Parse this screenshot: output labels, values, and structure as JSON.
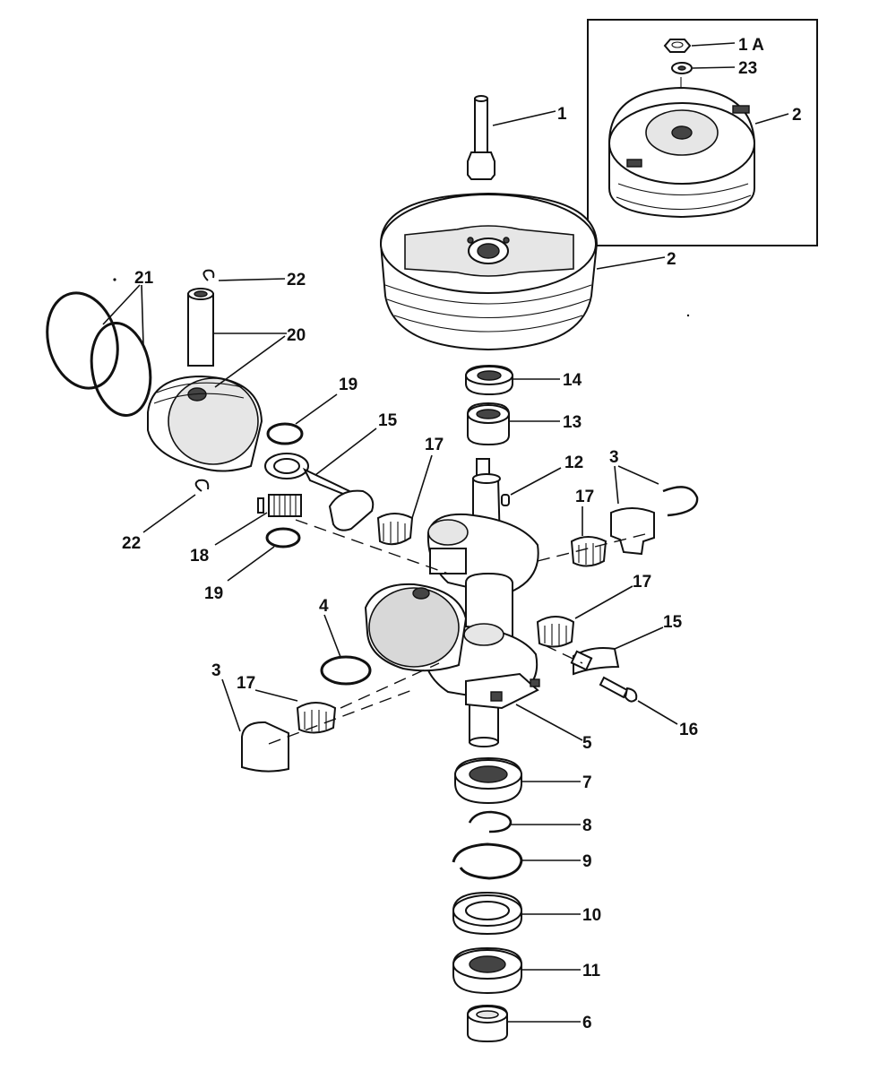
{
  "diagram": {
    "callouts": {
      "c1a": "1 A",
      "c23": "23",
      "c2_inset": "2",
      "c1": "1",
      "c2": "2",
      "c21": "21",
      "c22_top": "22",
      "c20": "20",
      "c19_top": "19",
      "c15_top": "15",
      "c14": "14",
      "c13": "13",
      "c17_top": "17",
      "c12": "12",
      "c3_right": "3",
      "c17_right": "17",
      "c22_bottom": "22",
      "c18": "18",
      "c19_bottom": "19",
      "c17_mid": "17",
      "c15_right": "15",
      "c4": "4",
      "c3_left": "3",
      "c17_left": "17",
      "c16": "16",
      "c5": "5",
      "c7": "7",
      "c8": "8",
      "c9": "9",
      "c10": "10",
      "c11": "11",
      "c6": "6"
    }
  }
}
